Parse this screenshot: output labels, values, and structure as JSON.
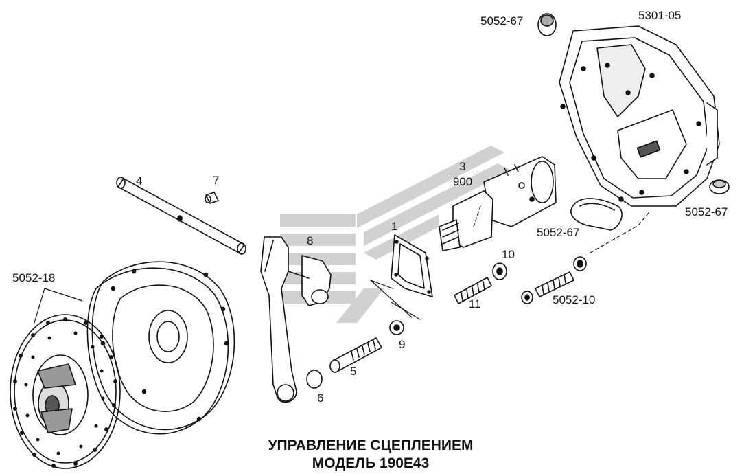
{
  "title": {
    "line1": "УПРАВЛЕНИЕ СЦЕПЛЕНИЕМ",
    "line2": "МОДЕЛЬ 190E43"
  },
  "callouts": {
    "c_5052_67_top": "5052-67",
    "c_5301_05": "5301-05",
    "c_3_num": "3",
    "c_3_den": "900",
    "c_4": "4",
    "c_7": "7",
    "c_8": "8",
    "c_1": "1",
    "c_10": "10",
    "c_11": "11",
    "c_9": "9",
    "c_5": "5",
    "c_6": "6",
    "c_5052_18": "5052-18",
    "c_5052_67_mid": "5052-67",
    "c_5052_67_right": "5052-67",
    "c_5052_10": "5052-10"
  },
  "colors": {
    "ink": "#111111",
    "watermark": "#c8c8c8",
    "background": "#ffffff"
  }
}
